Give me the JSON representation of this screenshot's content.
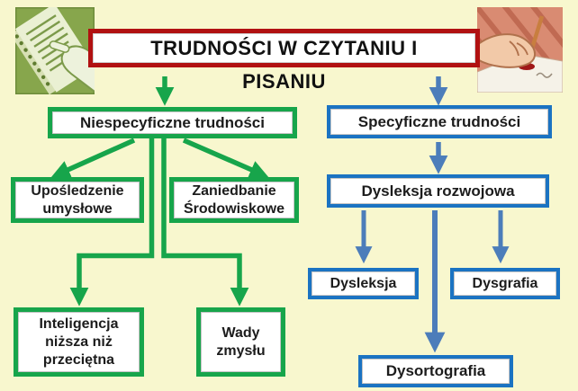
{
  "background_color": "#F8F7CE",
  "colors": {
    "green": "#17A54B",
    "blue_border": "#1B73C2",
    "blue_arrow": "#4C7DBA",
    "title_border_red": "#B11111",
    "box_background": "#FFFFFF",
    "text": "#1C1C1C"
  },
  "title": {
    "box_text": "TRUDNOŚCI W CZYTANIU I",
    "below_text": "PISANIU"
  },
  "cliparts": {
    "left": "notebook-with-pointing-hand",
    "right": "hand-writing-with-pen"
  },
  "left_branch": {
    "root": {
      "label": "Niespecyficzne trudności"
    },
    "children": [
      {
        "label": "Upośledzenie umysłowe"
      },
      {
        "label": "Zaniedbanie Środowiskowe"
      },
      {
        "label": "Inteligencja niższa niż przeciętna"
      },
      {
        "label": "Wady zmysłu"
      }
    ]
  },
  "right_branch": {
    "root": {
      "label": "Specyficzne trudności"
    },
    "middle": {
      "label": "Dysleksja rozwojowa"
    },
    "leaves": [
      {
        "label": "Dysleksja"
      },
      {
        "label": "Dysgrafia"
      },
      {
        "label": "Dysortografia"
      }
    ]
  }
}
